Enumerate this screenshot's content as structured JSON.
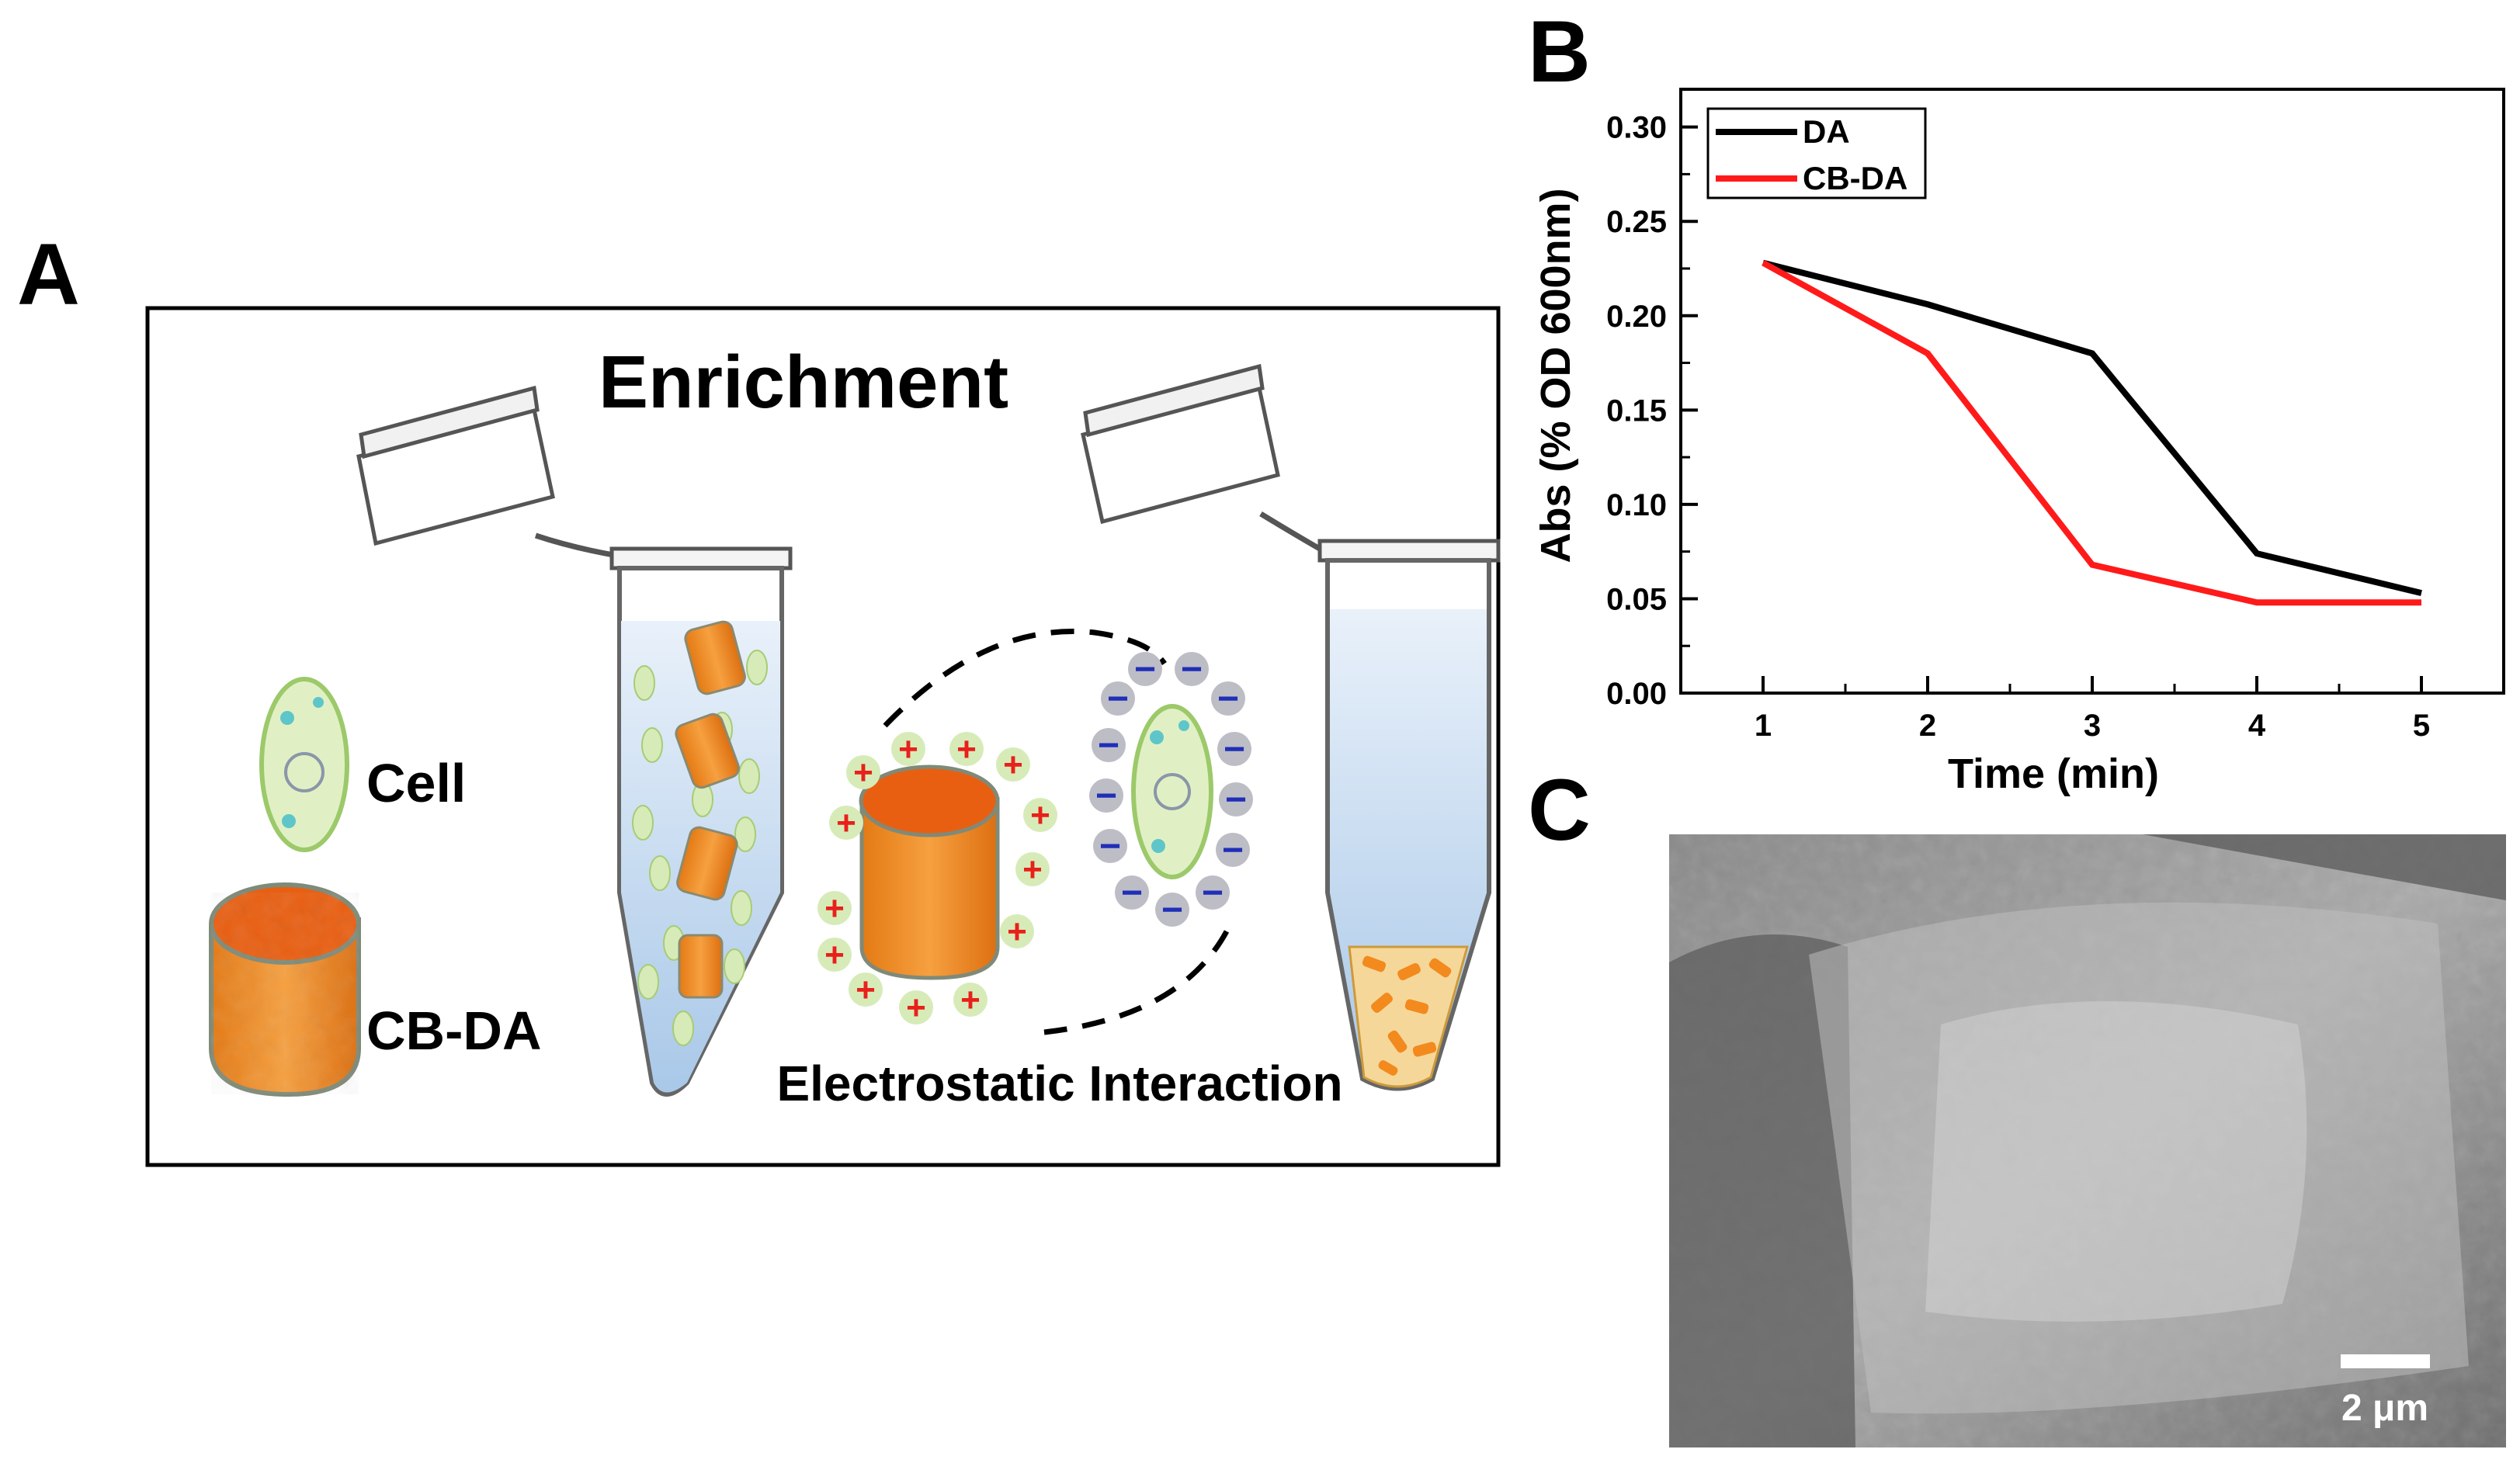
{
  "panels": {
    "a": {
      "letter": "A",
      "title": "Enrichment",
      "legend_cell_label": "Cell",
      "legend_cbda_label": "CB-DA",
      "interaction_label": "Electrostatic Interaction",
      "plus_symbol": "+",
      "minus_symbol": "−"
    },
    "b": {
      "letter": "B"
    },
    "c": {
      "letter": "C",
      "scalebar_label": "2 μm"
    }
  },
  "colors": {
    "orange": "#f28a1e",
    "dark_orange": "#d4620f",
    "liquid_blue": "#bcd6ef",
    "cell_green": "#dbeebc",
    "plus_red": "#e8201b",
    "minus_blue": "#1f2fb8",
    "black_series": "#000000",
    "red_series": "#ff1a1a"
  },
  "chart_data": {
    "type": "line",
    "x": [
      1,
      2,
      3,
      4,
      5
    ],
    "series": [
      {
        "name": "DA",
        "color": "#000000",
        "values": [
          0.228,
          0.206,
          0.18,
          0.074,
          0.053
        ]
      },
      {
        "name": "CB-DA",
        "color": "#ff1a1a",
        "values": [
          0.228,
          0.18,
          0.068,
          0.048,
          0.048
        ]
      }
    ],
    "xlabel": "Time (min)",
    "ylabel": "Abs (% OD 600nm)",
    "xlim": [
      0.5,
      5.5
    ],
    "ylim": [
      0.0,
      0.32
    ],
    "xticks": [
      "1",
      "2",
      "3",
      "4",
      "5"
    ],
    "yticks": [
      "0.00",
      "0.05",
      "0.10",
      "0.15",
      "0.20",
      "0.25",
      "0.30"
    ],
    "legend_position": "top-left",
    "grid": false
  }
}
